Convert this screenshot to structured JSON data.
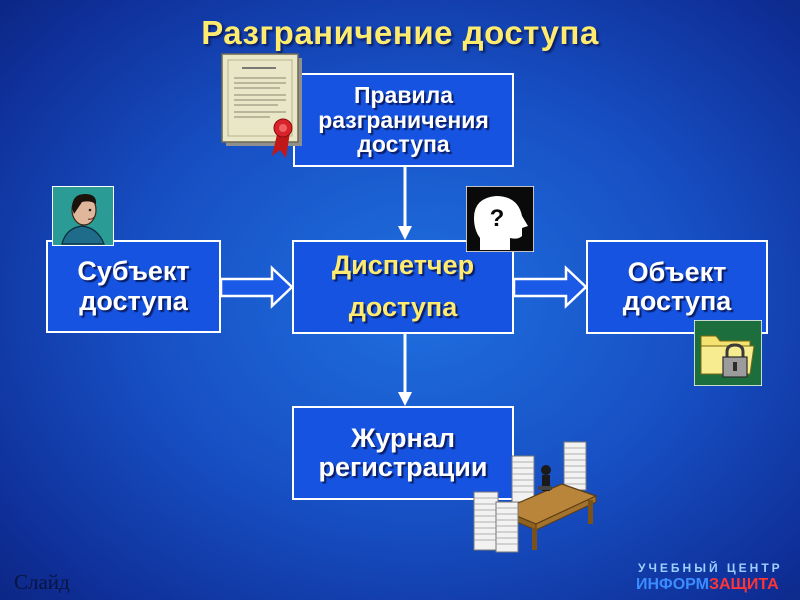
{
  "title": "Разграничение доступа",
  "nodes": {
    "rules": [
      "Правила",
      "разграничения",
      "доступа"
    ],
    "subject": [
      "Субъект",
      "доступа"
    ],
    "dispatcher": [
      "Диспетчер",
      "доступа"
    ],
    "object": [
      "Объект",
      "доступа"
    ],
    "journal": [
      "Журнал",
      "регистрации"
    ]
  },
  "icons": {
    "rules": "certificate-icon",
    "subject": "person-icon",
    "dispatcher": "question-head-icon",
    "object": "locked-folder-icon",
    "journal": "desk-with-paper-stacks-icon"
  },
  "edges": [
    {
      "from": "rules",
      "to": "dispatcher"
    },
    {
      "from": "subject",
      "to": "dispatcher"
    },
    {
      "from": "dispatcher",
      "to": "object"
    },
    {
      "from": "dispatcher",
      "to": "journal"
    }
  ],
  "footer": {
    "slide_label": "Слайд",
    "center_label": "УЧЕБНЫЙ ЦЕНТР",
    "brand_part1": "ИНФОРМ",
    "brand_part2": "ЗАЩИТА"
  },
  "colors": {
    "title": "#ffec6e",
    "box_fill": "#1553e0",
    "box_border": "#ffffff",
    "dispatcher_text": "#ffec6e",
    "brand_part1": "#3a8cff",
    "brand_part2": "#ff3434"
  }
}
